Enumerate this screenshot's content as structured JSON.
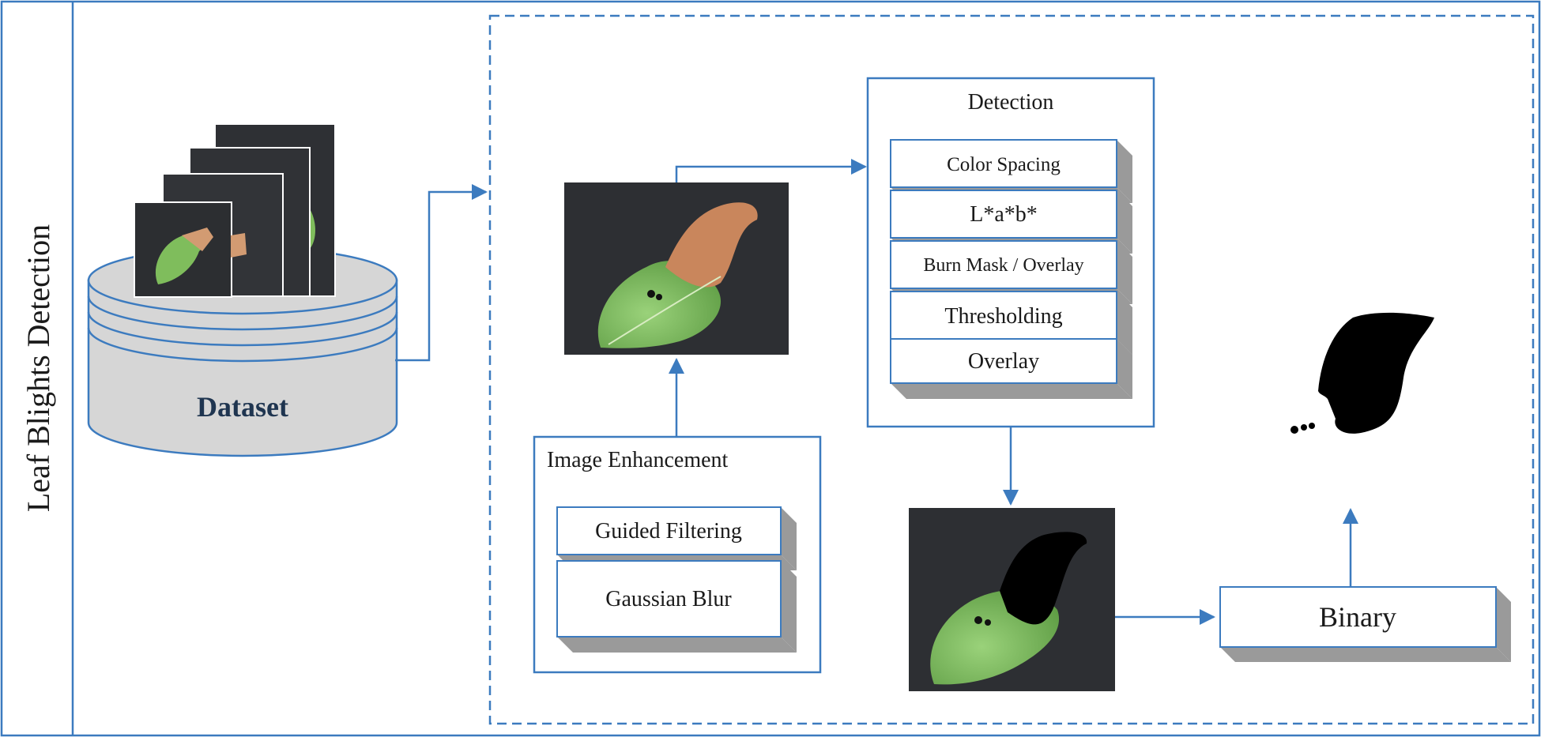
{
  "side_title": "Leaf Blights Detection",
  "dataset": {
    "label": "Dataset"
  },
  "enhancement": {
    "title": "Image Enhancement",
    "steps": [
      "Guided Filtering",
      "Gaussian Blur"
    ]
  },
  "detection": {
    "title": "Detection",
    "steps": [
      "Color Spacing",
      "L*a*b*",
      "Burn Mask / Overlay",
      "Thresholding",
      "Overlay"
    ]
  },
  "binary": {
    "label": "Binary"
  },
  "colors": {
    "border": "#3c7bbf",
    "arrow": "#3c7bbf",
    "box_fill": "#ffffff",
    "box_side": "#9a9a9a",
    "cylinder": "#d6d6d6"
  }
}
